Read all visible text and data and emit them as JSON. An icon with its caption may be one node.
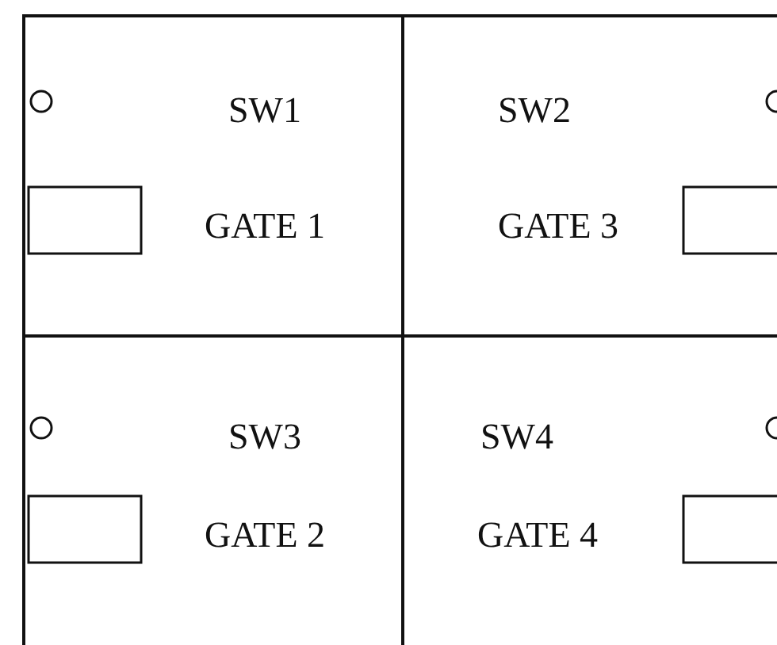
{
  "diagram": {
    "nodes": [
      {
        "text": [
          "SW1",
          "GATE 1"
        ]
      },
      {
        "text": [
          "SW2",
          "GATE 3"
        ]
      },
      {
        "text": [
          "SW3",
          "GATE 2"
        ]
      },
      {
        "text": [
          "SW4",
          "GATE 4"
        ]
      },
      {
        "text": [],
        "shape": "circle",
        "in": 0
      },
      {
        "text": [],
        "shape": "box",
        "in": 0
      },
      {
        "text": [],
        "shape": "circle",
        "in": 1
      },
      {
        "text": [],
        "shape": "box",
        "in": 1
      },
      {
        "text": [],
        "shape": "circle",
        "in": 2
      },
      {
        "text": [],
        "shape": "box",
        "in": 2
      },
      {
        "text": [],
        "shape": "circle",
        "in": 3
      },
      {
        "text": [],
        "shape": "box",
        "in": 3
      }
    ]
  }
}
